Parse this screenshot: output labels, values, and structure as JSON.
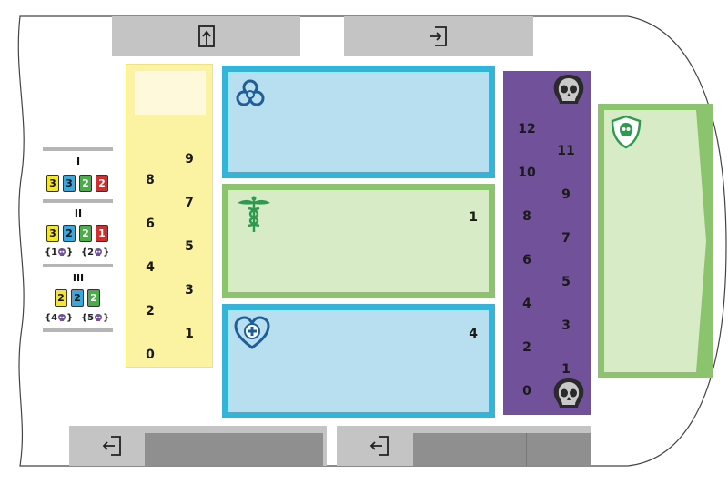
{
  "colors": {
    "yellow_track": "#fbf3a2",
    "blue_fill": "#b7dfef",
    "blue_border": "#35b3d8",
    "green_fill": "#d6ebc6",
    "green_border": "#8cc46e",
    "purple": "#71529a",
    "door_gray": "#c4c4c4",
    "door_dark": "#8f8f8f",
    "card_yellow": "#f5e62b",
    "card_blue": "#37a9df",
    "card_green": "#49ad4a",
    "card_red": "#d22e2e"
  },
  "doors": {
    "top_left": {
      "icon": "exit-up-icon"
    },
    "top_right": {
      "icon": "enter-left-icon"
    },
    "bottom_left": {
      "icon": "exit-left-icon"
    },
    "bottom_right": {
      "icon": "exit-left-icon"
    }
  },
  "yellow_track": {
    "left_column": [
      "8",
      "6",
      "4",
      "2",
      "0"
    ],
    "right_column": [
      "9",
      "7",
      "5",
      "3",
      "1"
    ]
  },
  "purple_track": {
    "left_column": [
      "12",
      "10",
      "8",
      "6",
      "4",
      "2",
      "0"
    ],
    "right_column": [
      "11",
      "9",
      "7",
      "5",
      "3",
      "1"
    ],
    "icons": [
      "skull-icon",
      "skull-icon"
    ]
  },
  "zones": {
    "biohazard": {
      "icon": "biohazard-icon",
      "count": ""
    },
    "caduceus": {
      "icon": "caduceus-icon",
      "count": "1"
    },
    "heart": {
      "icon": "heart-cross-icon",
      "count": "4"
    },
    "shield": {
      "icon": "shield-skull-icon"
    }
  },
  "levels": [
    {
      "label": "I",
      "cards": [
        {
          "v": "3",
          "c": "yellow"
        },
        {
          "v": "3",
          "c": "blue"
        },
        {
          "v": "2",
          "c": "green"
        },
        {
          "v": "2",
          "c": "red"
        }
      ],
      "rewards": []
    },
    {
      "label": "II",
      "cards": [
        {
          "v": "3",
          "c": "yellow"
        },
        {
          "v": "2",
          "c": "blue"
        },
        {
          "v": "2",
          "c": "green"
        },
        {
          "v": "1",
          "c": "red"
        }
      ],
      "rewards": [
        "{1",
        "{2"
      ]
    },
    {
      "label": "III",
      "cards": [
        {
          "v": "2",
          "c": "yellow"
        },
        {
          "v": "2",
          "c": "blue"
        },
        {
          "v": "2",
          "c": "green"
        }
      ],
      "rewards": [
        "{4",
        "{5"
      ]
    }
  ]
}
